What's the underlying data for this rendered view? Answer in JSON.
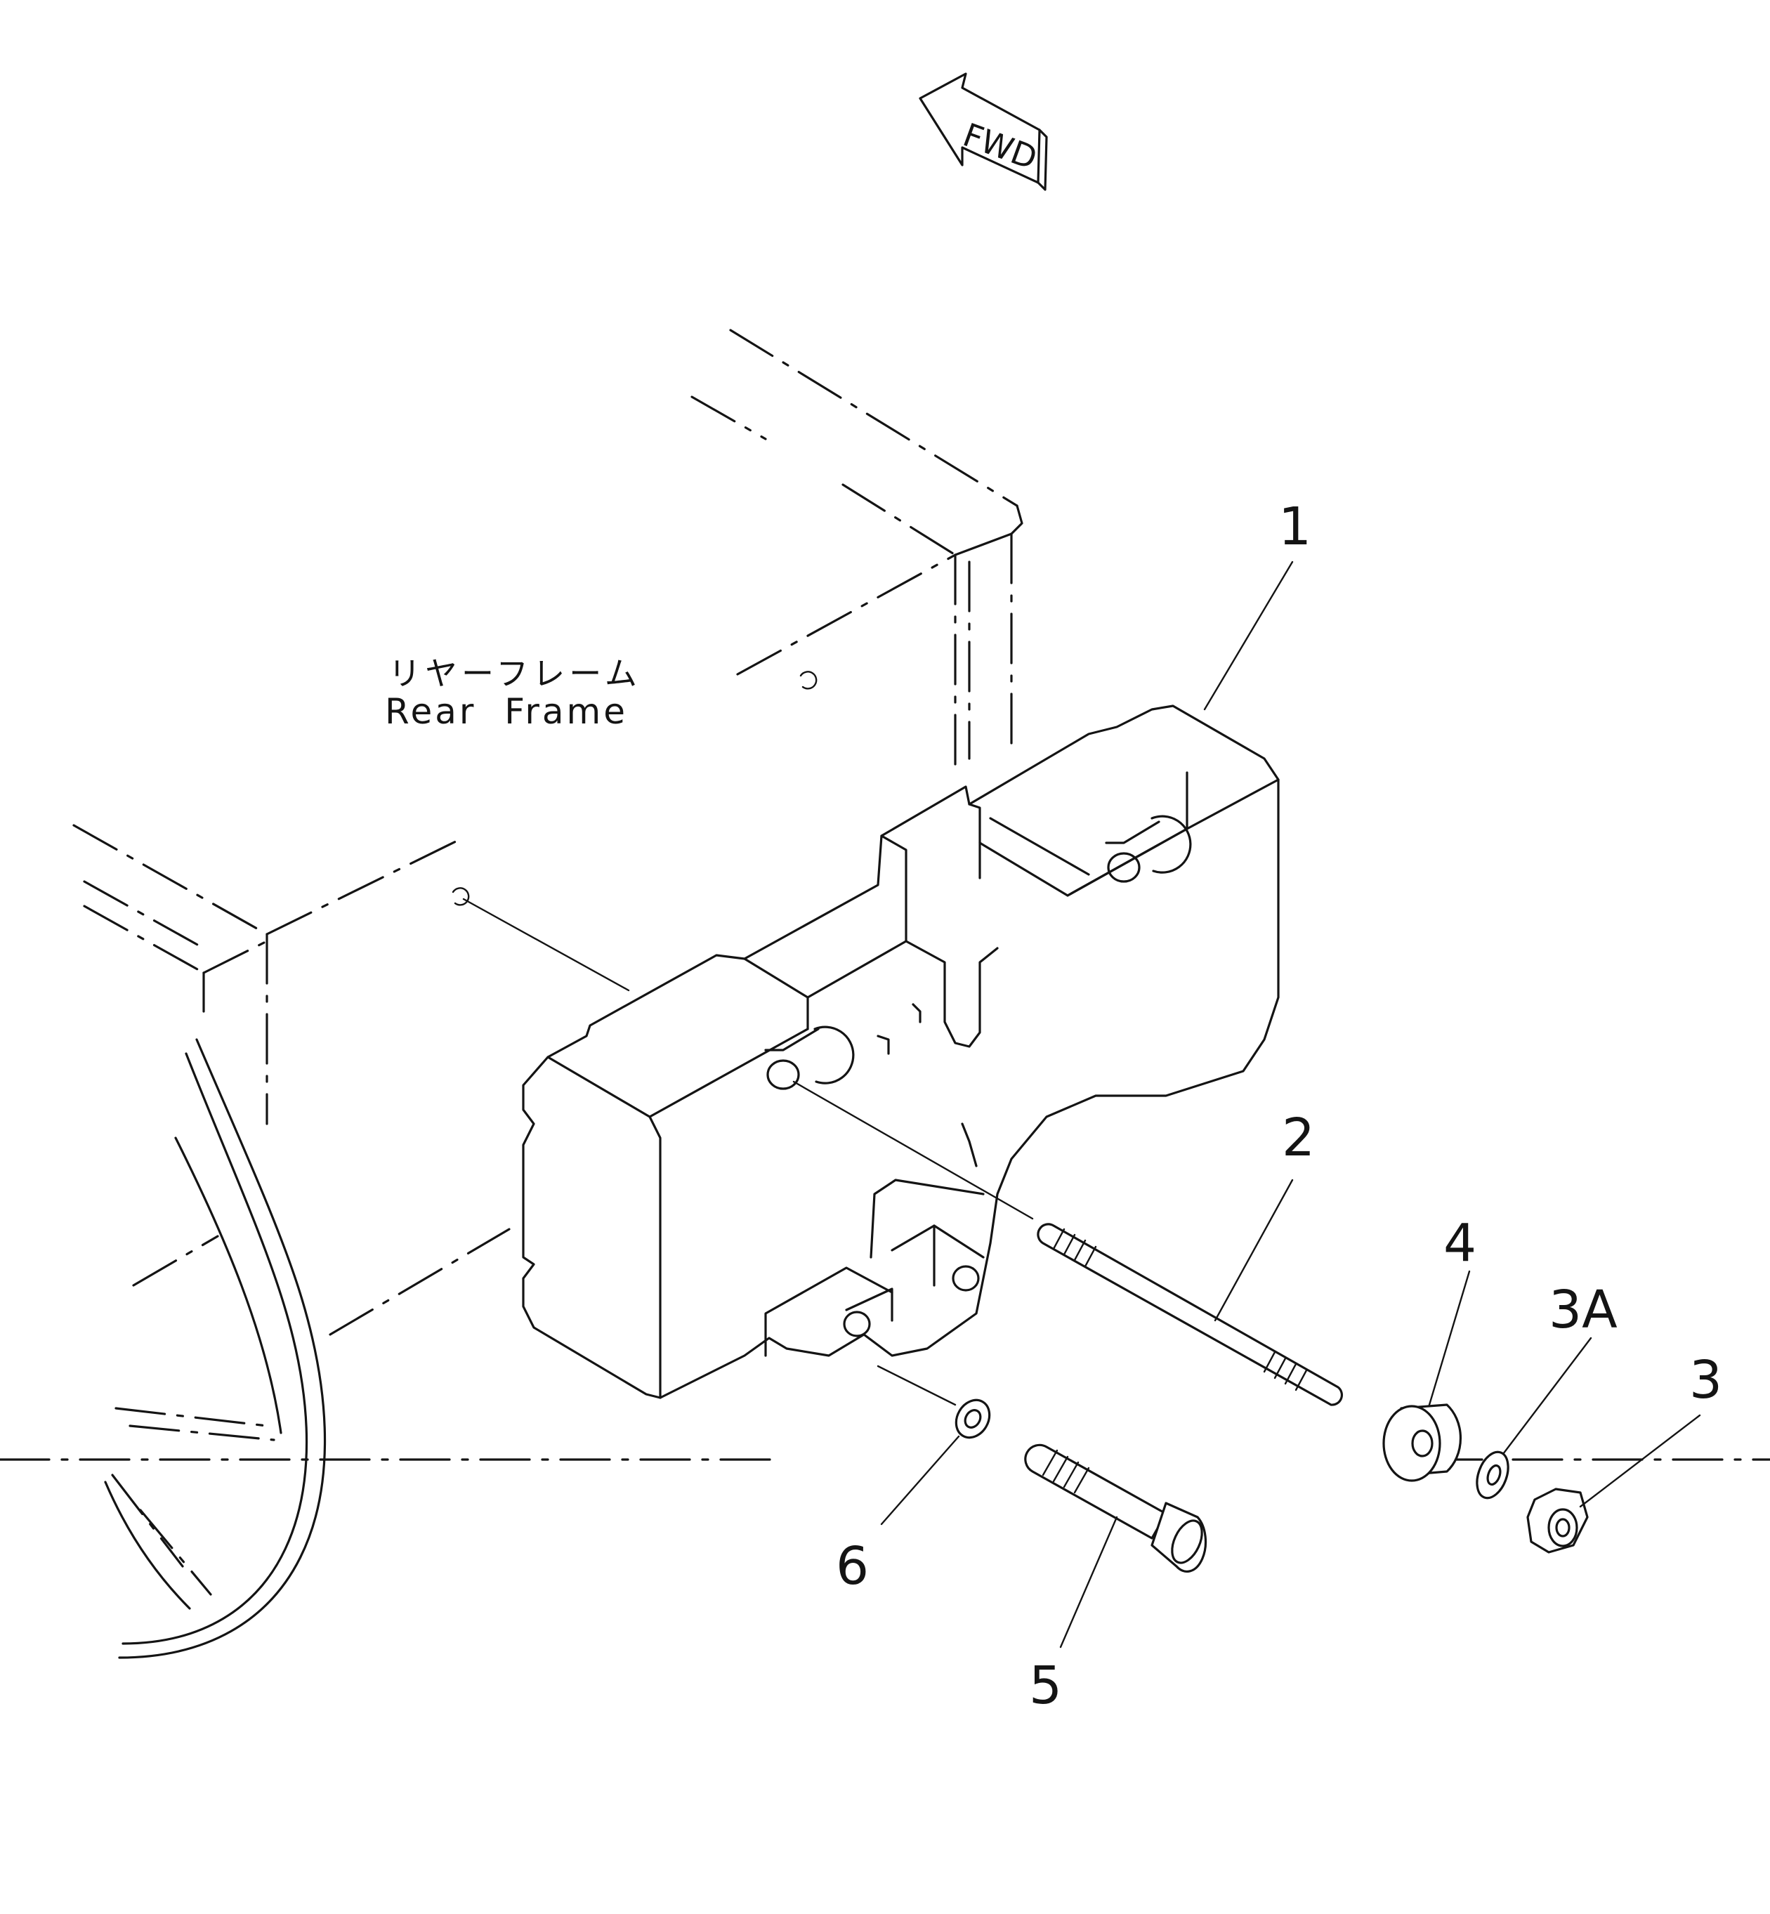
{
  "direction_arrow": {
    "text": "FWD",
    "icon": "fwd-arrow-icon"
  },
  "frame_label": {
    "jp": "リヤーフレーム",
    "en": "Rear  Frame"
  },
  "callouts": [
    {
      "id": "p1",
      "label": "1"
    },
    {
      "id": "p2",
      "label": "2"
    },
    {
      "id": "p3",
      "label": "3"
    },
    {
      "id": "p3a",
      "label": "3A"
    },
    {
      "id": "p4",
      "label": "4"
    },
    {
      "id": "p5",
      "label": "5"
    },
    {
      "id": "p6",
      "label": "6"
    }
  ],
  "colors": {
    "ink": "#141414",
    "paper": "#ffffff"
  }
}
